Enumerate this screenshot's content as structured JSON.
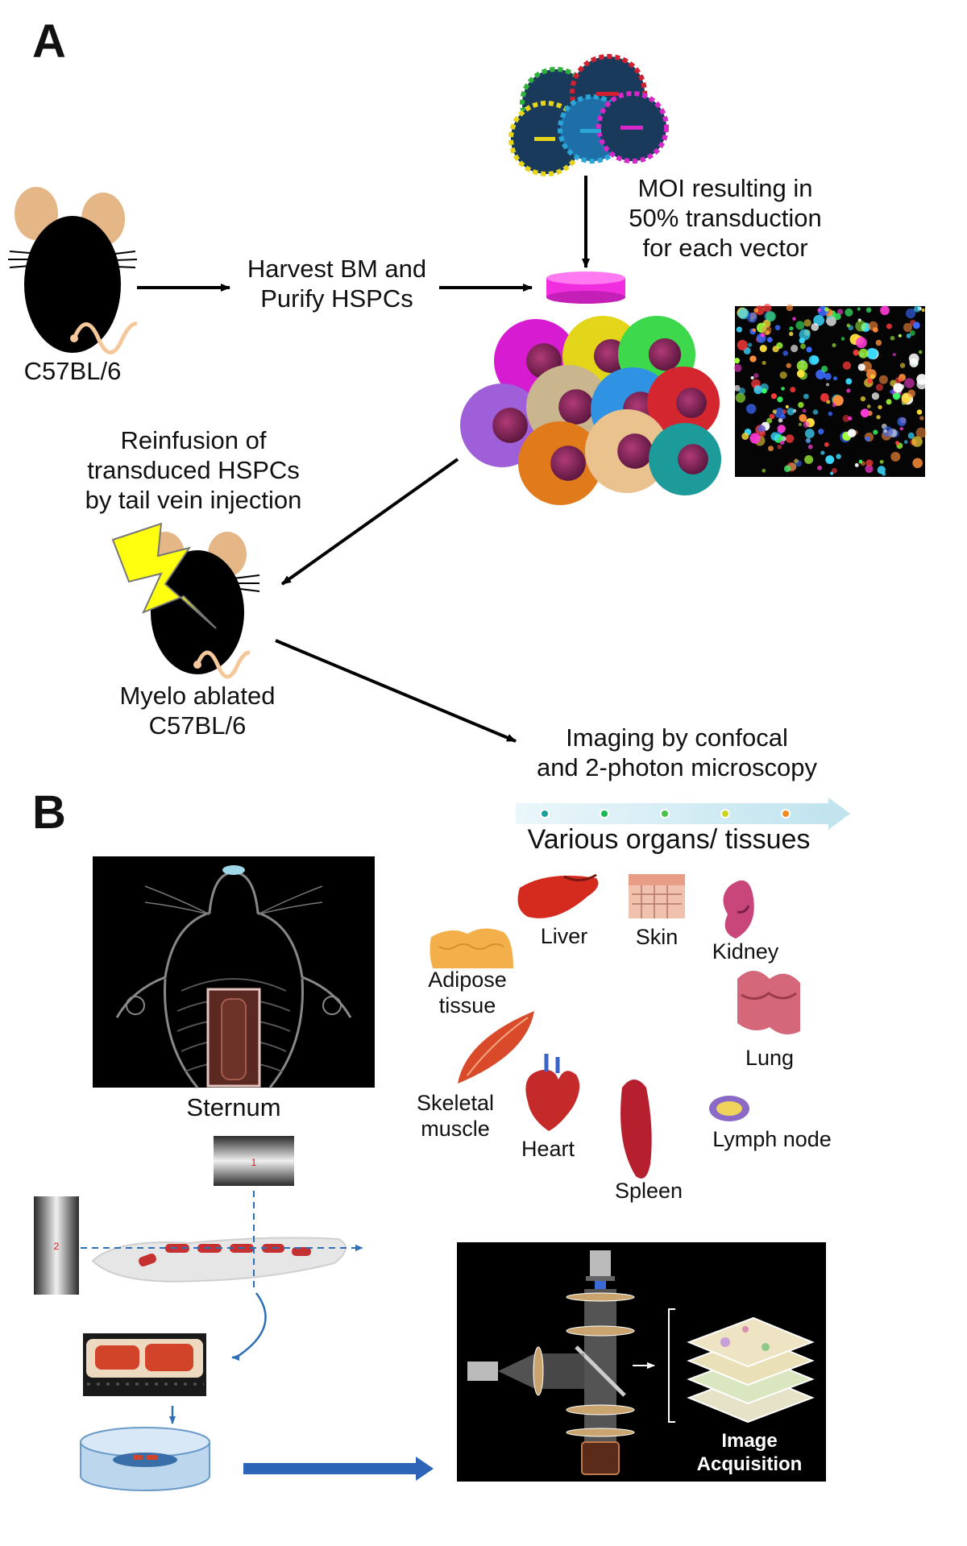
{
  "panels": {
    "a": "A",
    "b": "B"
  },
  "panel_a": {
    "donor_mouse": "C57BL/6",
    "harvest": [
      "Harvest BM and",
      "Purify HSPCs"
    ],
    "moi": [
      "MOI resulting in",
      "50% transduction",
      "for each vector"
    ],
    "reinfusion": [
      "Reinfusion of",
      "transduced HSPCs",
      "by tail vein injection"
    ],
    "recipient": [
      "Myelo ablated",
      "C57BL/6"
    ],
    "imaging": [
      "Imaging by confocal",
      "and 2-photon microscopy"
    ],
    "organs_title": "Various organs/ tissues",
    "organs": {
      "liver": "Liver",
      "skin": "Skin",
      "kidney": "Kidney",
      "adipose": [
        "Adipose",
        "tissue"
      ],
      "lung": "Lung",
      "skeletal": [
        "Skeletal",
        "muscle"
      ],
      "heart": "Heart",
      "spleen": "Spleen",
      "lymph": "Lymph node"
    },
    "colors": {
      "cells": [
        "#d61bd1",
        "#e3d51a",
        "#3ed84c",
        "#9f5fd8",
        "#c9b58e",
        "#2f92e3",
        "#d4262f",
        "#e07a1b",
        "#e9c28e",
        "#1d9b9a"
      ],
      "nucleus": "#7a2150",
      "dish": "#f02ee0"
    }
  },
  "panel_b": {
    "sternum": "Sternum",
    "cut_1": "1",
    "cut_2": "2",
    "acquisition": [
      "Image",
      "Acquisition"
    ]
  }
}
